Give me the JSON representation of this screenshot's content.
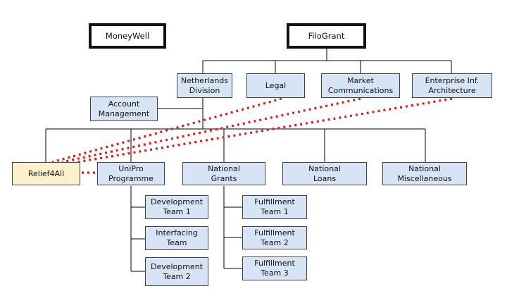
{
  "nodes": {
    "moneywell": "MoneyWell",
    "filogrant": "FiloGrant",
    "netherlands": "Netherlands\nDivision",
    "legal": "Legal",
    "market": "Market\nCommunications",
    "enterprise": "Enterprise Inf.\nArchitecture",
    "account": "Account\nManagement",
    "relief": "Relief4All",
    "unipro": "UniPro\nProgramme",
    "ngrants": "National\nGrants",
    "nloans": "National\nLoans",
    "nmisc": "National\nMiscellaneous",
    "dev1": "Development\nTeam 1",
    "interfacing": "Interfacing\nTeam",
    "dev2": "Development\nTeam 2",
    "ful1": "Fulfillment\nTeam 1",
    "ful2": "Fulfillment\nTeam 2",
    "ful3": "Fulfillment\nTeam 3"
  },
  "colors": {
    "box_fill": "#d6e4f5",
    "highlight_fill": "#fdf0cc",
    "dotted_link": "#e0191b",
    "line": "#000000"
  }
}
